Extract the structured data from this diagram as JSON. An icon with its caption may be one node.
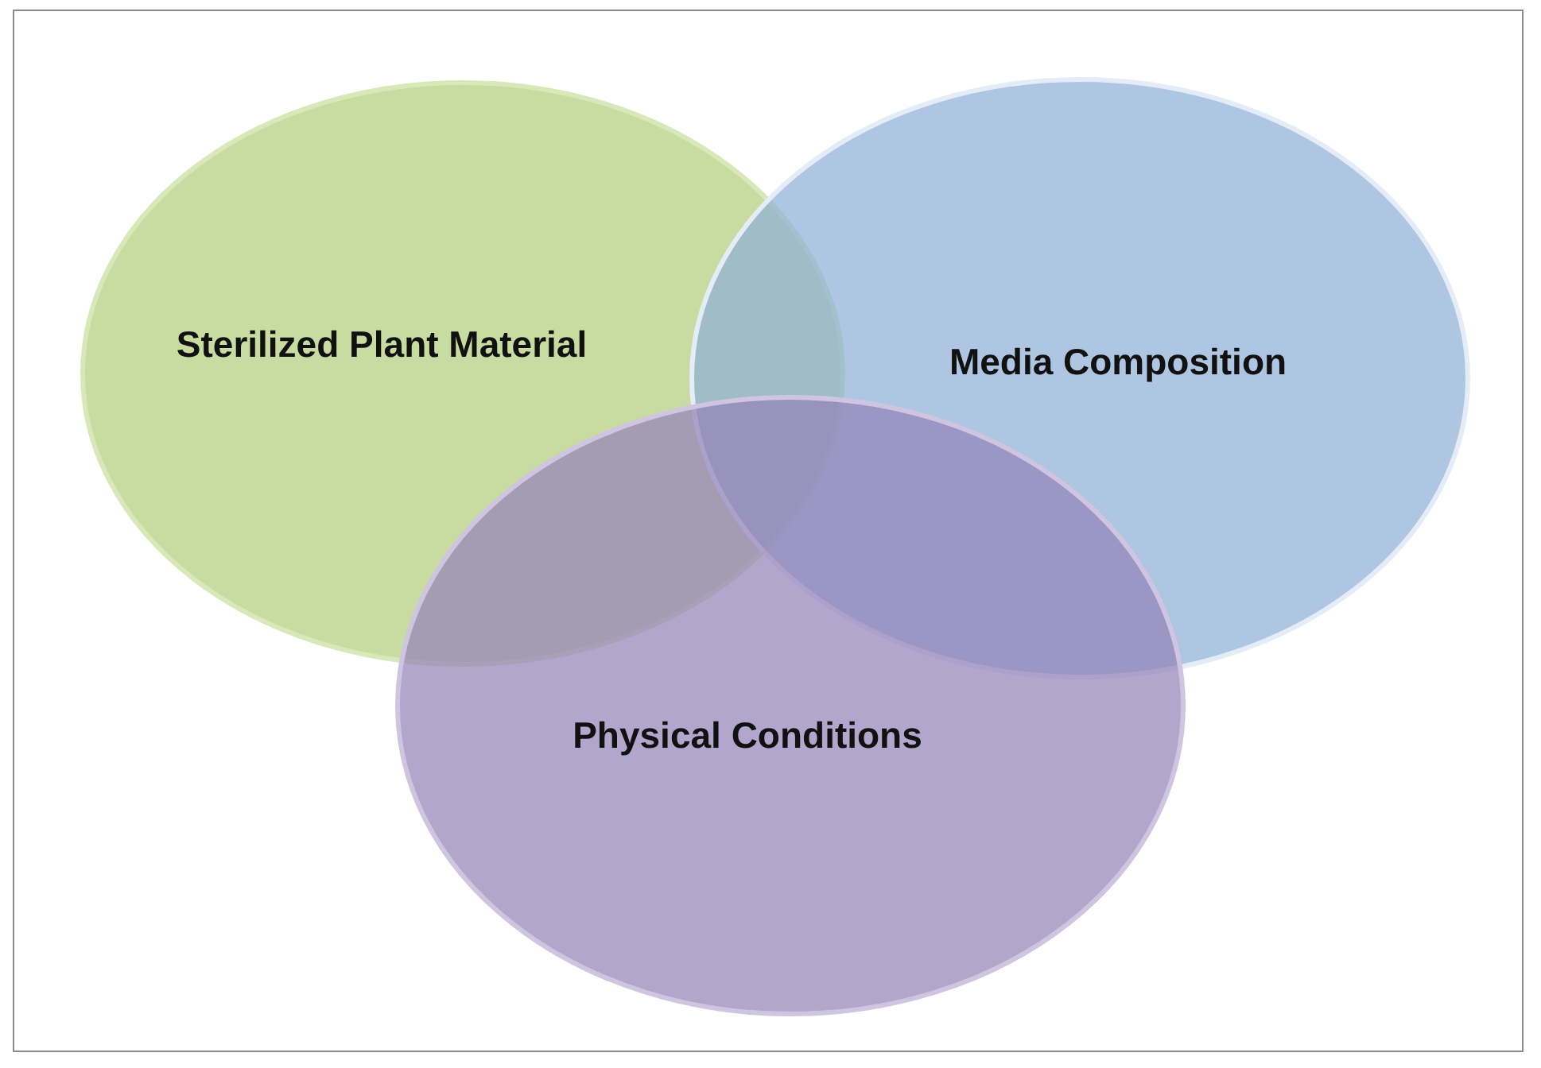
{
  "diagram": {
    "nodes": [
      {
        "text": [
          "Sterilized Plant Material"
        ]
      },
      {
        "text": [
          "Media Composition"
        ]
      },
      {
        "text": [
          "Physical Conditions"
        ]
      }
    ]
  }
}
